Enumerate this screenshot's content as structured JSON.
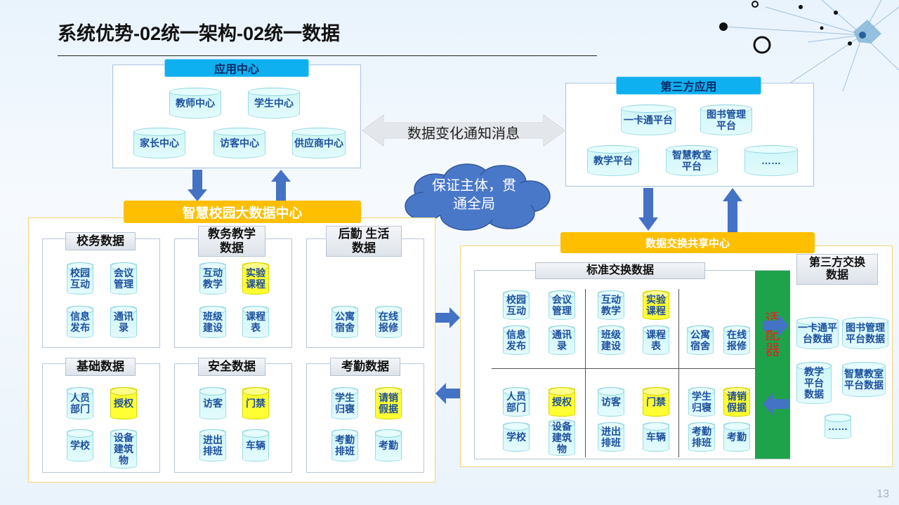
{
  "title": "系统优势-02统一架构-02统一数据",
  "page_number": "13",
  "app_center": {
    "header": "应用中心",
    "items": [
      "教师中心",
      "学生中心",
      "家长中心",
      "访客中心",
      "供应商中心"
    ]
  },
  "notify_label": "数据变化通知消息",
  "third_party": {
    "header": "第三方应用",
    "items": [
      "一卡通平台",
      "图书管理平台",
      "教学平台",
      "智慧教室平台",
      "……"
    ]
  },
  "cloud_text": "保证主体，贯通全局",
  "data_center": {
    "header": "智慧校园大数据中心",
    "groups": [
      {
        "title": "校务数据",
        "items": [
          {
            "t": "校园互动"
          },
          {
            "t": "会议管理"
          },
          {
            "t": "信息发布"
          },
          {
            "t": "通讯录"
          }
        ]
      },
      {
        "title": "教务教学数据",
        "items": [
          {
            "t": "互动教学"
          },
          {
            "t": "实验课程",
            "hl": true
          },
          {
            "t": "班级建设"
          },
          {
            "t": "课程表"
          }
        ]
      },
      {
        "title": "后勤 生活数据",
        "items": [
          {
            "t": "公寓宿舍"
          },
          {
            "t": "在线报修"
          }
        ]
      },
      {
        "title": "基础数据",
        "items": [
          {
            "t": "人员部门"
          },
          {
            "t": "授权",
            "hl": true
          },
          {
            "t": "学校"
          },
          {
            "t": "设备建筑物"
          }
        ]
      },
      {
        "title": "安全数据",
        "items": [
          {
            "t": "访客"
          },
          {
            "t": "门禁",
            "hl": true
          },
          {
            "t": "进出排班"
          },
          {
            "t": "车辆"
          }
        ]
      },
      {
        "title": "考勤数据",
        "items": [
          {
            "t": "学生归寝"
          },
          {
            "t": "请销假据",
            "hl": true
          },
          {
            "t": "考勤排班"
          },
          {
            "t": "考勤"
          }
        ]
      }
    ]
  },
  "exchange": {
    "header": "数据交换共享中心",
    "std_title": "标准交换数据",
    "adapter": "适配器",
    "third_title": "第三方交换数据",
    "third_items": [
      "一卡通平台数据",
      "图书管理平台数据",
      "教学平台数据",
      "智慧教室平台数据",
      "……"
    ]
  },
  "colors": {
    "accent": "#0fb0ef",
    "gold": "#fdbf00",
    "arrow": "#4472c4",
    "adapter": "#1fa34a",
    "highlight": "#ffff33"
  }
}
